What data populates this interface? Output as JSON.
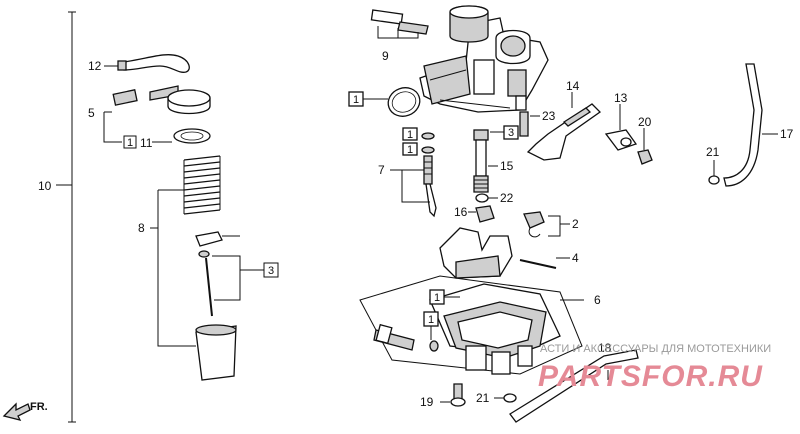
{
  "labels": {
    "p1": "1",
    "p2": "2",
    "p3": "3",
    "p4": "4",
    "p5": "5",
    "p6": "6",
    "p7": "7",
    "p8": "8",
    "p9": "9",
    "p10": "10",
    "p11": "11",
    "p12": "12",
    "p13": "13",
    "p14": "14",
    "p15": "15",
    "p16": "16",
    "p17": "17",
    "p18": "18",
    "p19": "19",
    "p20": "20",
    "p21": "21",
    "p22": "22",
    "p23": "23"
  },
  "direction_marker": "FR.",
  "watermark": {
    "tagline": "АСТИ И АКСЕССУАРЫ ДЛЯ МОТОТЕХНИКИ",
    "brand": "PARTSFOR.RU"
  }
}
